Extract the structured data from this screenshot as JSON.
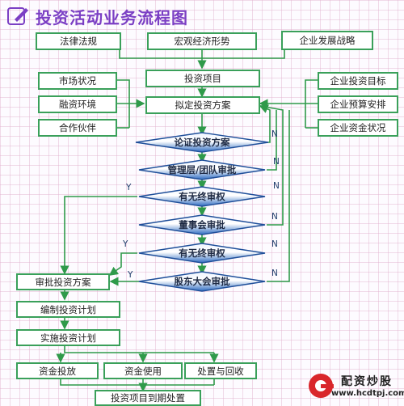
{
  "title": "投资活动业务流程图",
  "boxes": {
    "law": "法律法规",
    "macro": "宏观经济形势",
    "strategy": "企业发展战略",
    "market": "市场状况",
    "financing": "融资环境",
    "partner": "合作伙伴",
    "project": "投资项目",
    "plan_draft": "拟定投资方案",
    "invest_goal": "企业投资目标",
    "budget": "企业预算安排",
    "fund_status": "企业资金状况",
    "approve_plan": "审批投资方案",
    "compile_plan": "编制投资计划",
    "implement_plan": "实施投资计划",
    "fund_invest": "资金投放",
    "fund_use": "资金使用",
    "disposal": "处置与回收",
    "maturity": "投资项目到期处置"
  },
  "decisions": {
    "d1": "论证投资方案",
    "d2": "管理层/团队审批",
    "d3": "有无终审权",
    "d4": "董事会审批",
    "d5": "有无终审权",
    "d6": "股东大会审批"
  },
  "flags": {
    "yes": "Y",
    "no": "N"
  },
  "logo": {
    "name": "配资炒股",
    "url": "www.hcdtpj.com"
  },
  "colors": {
    "box_border": "#3aa05a",
    "arrow": "#2f9a4a",
    "decision_fill": "#2e6cc2",
    "title": "#7b3fc4"
  }
}
